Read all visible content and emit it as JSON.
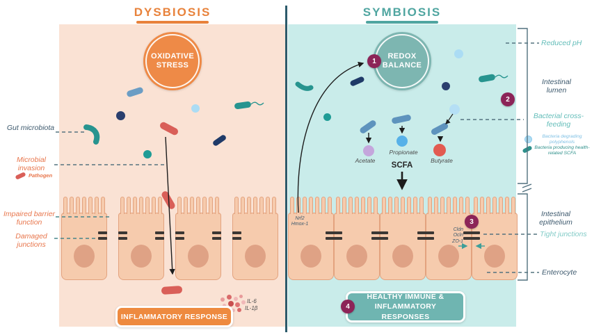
{
  "left_panel": {
    "title": "DYSBIOSIS",
    "badge": "OXIDATIVE STRESS",
    "labels": {
      "gut_microbiota": "Gut microbiota",
      "microbial_invasion": "Microbial invasion",
      "pathogen": "Pathogen",
      "impaired_barrier": "Impaired barrier function",
      "damaged_junctions": "Damaged junctions"
    },
    "button": "INFLAMMATORY RESPONSE",
    "cytokines": [
      "IL-6",
      "IL-1β"
    ]
  },
  "right_panel": {
    "title": "SYMBIOSIS",
    "badge": "REDOX BALANCE",
    "metabolites": [
      "Acetate",
      "Propionate",
      "Butyrate"
    ],
    "scfa": "SCFA",
    "genes": [
      "Nrf2",
      "Hmox-1"
    ],
    "junction_proteins": [
      "Cldn",
      "Ocln",
      "ZO-1"
    ],
    "button": "HEALTHY IMMUNE & INFLAMMATORY RESPONSES"
  },
  "steps": [
    "1",
    "2",
    "3",
    "4"
  ],
  "annotations": {
    "reduced_ph": "Reduced pH",
    "intestinal_lumen": "Intestinal lumen",
    "bacterial_cross_feeding": "Bacterial cross-feeding",
    "legend_polyphenols": "Bacteria degrading polyphenols",
    "legend_scfa": "Bacteria producing health-related SCFA",
    "intestinal_epithelium": "Intestinal epithelium",
    "tight_junctions": "Tight junctions",
    "enterocyte": "Enterocyte"
  },
  "colors": {
    "dysbiosis_accent": "#E8823B",
    "symbiosis_accent": "#4FA5A0",
    "dysbiosis_panel": "#FAE2D4",
    "symbiosis_panel": "#C9ECEA",
    "step_circle": "#8C2458",
    "pathogen_red": "#D95F58",
    "acetate": "#C4A6DC",
    "propionate": "#57B1E8",
    "butyrate": "#E25B51"
  }
}
